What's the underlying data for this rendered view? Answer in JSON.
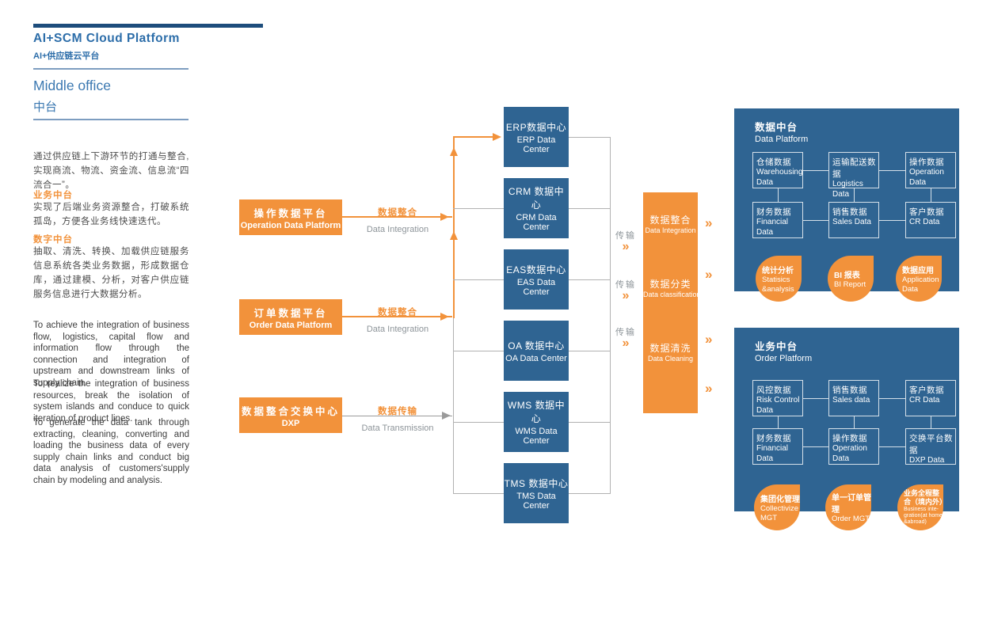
{
  "header": {
    "title": "AI+SCM Cloud Platform",
    "subtitle": "AI+供应链云平台",
    "section": "Middle office",
    "section_zh": "中台"
  },
  "sidebar": {
    "intro": "通过供应链上下游环节的打通与整合, 实现商流、物流、资金流、信息流“四流合一”。",
    "biz_heading": "业务中台",
    "biz_body": "实现了后端业务资源整合，打破系统孤岛，方便各业务线快速迭代。",
    "digital_heading": "数字中台",
    "digital_body": "抽取、清洗、转换、加载供应链服务信息系统各类业务数据，形成数据仓库，通过建模、分析，对客户供应链服务信息进行大数据分析。",
    "en_p1": "To achieve the integration of business flow, logistics, capital flow and information flow through the connection and integration of upstream and downstream links of supply chain.",
    "en_p2": "To realize the integration of business resources, break the isolation of system islands and conduce to quick iteration of product lines.",
    "en_p3": "To generate the data tank through extracting, cleaning, converting and loading the business data of every supply chain links and conduct big data analysis of customers'supply chain by modeling and analysis."
  },
  "sources": [
    {
      "zh": "操作数据平台",
      "en": "Operation Data Platform"
    },
    {
      "zh": "订单数据平台",
      "en": "Order Data Platform"
    },
    {
      "zh": "数据整合交换中心",
      "en": "DXP"
    }
  ],
  "flow_labels": [
    {
      "zh": "数据整合",
      "en": "Data Integration"
    },
    {
      "zh": "数据整合",
      "en": "Data Integration"
    },
    {
      "zh": "数据传输",
      "en": "Data Transmission"
    }
  ],
  "data_centers": [
    {
      "zh": "ERP数据中心",
      "en": "ERP Data Center"
    },
    {
      "zh": "CRM 数据中心",
      "en": "CRM Data Center"
    },
    {
      "zh": "EAS数据中心",
      "en": "EAS Data Center"
    },
    {
      "zh": "OA 数据中心",
      "en": "OA Data Center"
    },
    {
      "zh": "WMS 数据中心",
      "en": "WMS Data Center"
    },
    {
      "zh": "TMS 数据中心",
      "en": "TMS Data Center"
    }
  ],
  "transfer": {
    "label": "传输",
    "chevron": "»"
  },
  "pipeline": {
    "steps": [
      {
        "zh": "数据整合",
        "en": "Data Integration"
      },
      {
        "zh": "数据分类",
        "en": "Data classification"
      },
      {
        "zh": "数据清洗",
        "en": "Data Cleaning"
      }
    ]
  },
  "panels": [
    {
      "title_zh": "数据中台",
      "title_en": "Data Platform",
      "nodes": [
        {
          "zh": "仓储数据",
          "en": "Warehousing Data"
        },
        {
          "zh": "运输配送数据",
          "en": "Logistics Data"
        },
        {
          "zh": "操作数据",
          "en": "Operation Data"
        },
        {
          "zh": "财务数据",
          "en": "Financial Data"
        },
        {
          "zh": "销售数据",
          "en": "Sales Data"
        },
        {
          "zh": "客户数据",
          "en": "CR Data"
        }
      ],
      "bubbles": [
        {
          "zh": "统计分析",
          "en": "Statisics &analysis"
        },
        {
          "zh": "BI 报表",
          "en": "BI Report"
        },
        {
          "zh": "数据应用",
          "en": "Application Data"
        }
      ]
    },
    {
      "title_zh": "业务中台",
      "title_en": "Order Platform",
      "nodes": [
        {
          "zh": "风控数据",
          "en": "Risk Control Data"
        },
        {
          "zh": "销售数据",
          "en": "Sales data"
        },
        {
          "zh": "客户数据",
          "en": "CR Data"
        },
        {
          "zh": "财务数据",
          "en": "Financial Data"
        },
        {
          "zh": "操作数据",
          "en": "Operation Data"
        },
        {
          "zh": "交换平台数据",
          "en": "DXP Data"
        }
      ],
      "bubbles": [
        {
          "zh": "集团化管理",
          "en": "Collectivize MGT"
        },
        {
          "zh": "单一订单管理",
          "en": "Order MGT"
        },
        {
          "zh": "业务全程整合（境内外）",
          "en": "Business inte-gration(at home &abroad)"
        }
      ]
    }
  ],
  "colors": {
    "orange": "#F2923B",
    "navy": "#2F6492",
    "accent_blue": "#2C6DA9",
    "gray_line": "#B1B1B1"
  }
}
